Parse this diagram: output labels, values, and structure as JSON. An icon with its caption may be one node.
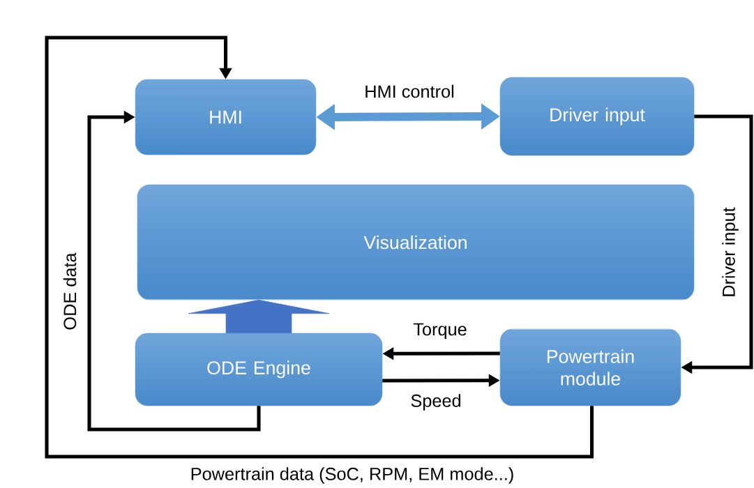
{
  "diagram": {
    "nodes": [
      {
        "text": [
          "HMI"
        ]
      },
      {
        "text": [
          "Driver input"
        ]
      },
      {
        "text": [
          "Visualization"
        ]
      },
      {
        "text": [
          "ODE Engine"
        ]
      },
      {
        "text": [
          "Powertrain module"
        ]
      }
    ],
    "edges": [
      {
        "from": 0,
        "to": 1,
        "arrow": "both",
        "label": "HMI control",
        "style": "thick",
        "color": "#5b9bd5"
      },
      {
        "from": 1,
        "to": 4,
        "arrow": "to",
        "label": "Driver input"
      },
      {
        "from": 4,
        "to": 3,
        "arrow": "to",
        "label": "Torque"
      },
      {
        "from": 3,
        "to": 4,
        "arrow": "to",
        "label": "Speed"
      },
      {
        "from": 3,
        "to": 0,
        "arrow": "to",
        "label": "ODE data"
      },
      {
        "from": 4,
        "to": 0,
        "arrow": "to",
        "label": "Powertrain data (SoC, RPM, EM mode...)"
      },
      {
        "from": 3,
        "to": 2,
        "arrow": "to",
        "style": "thick",
        "color": "#4472c4"
      }
    ]
  }
}
